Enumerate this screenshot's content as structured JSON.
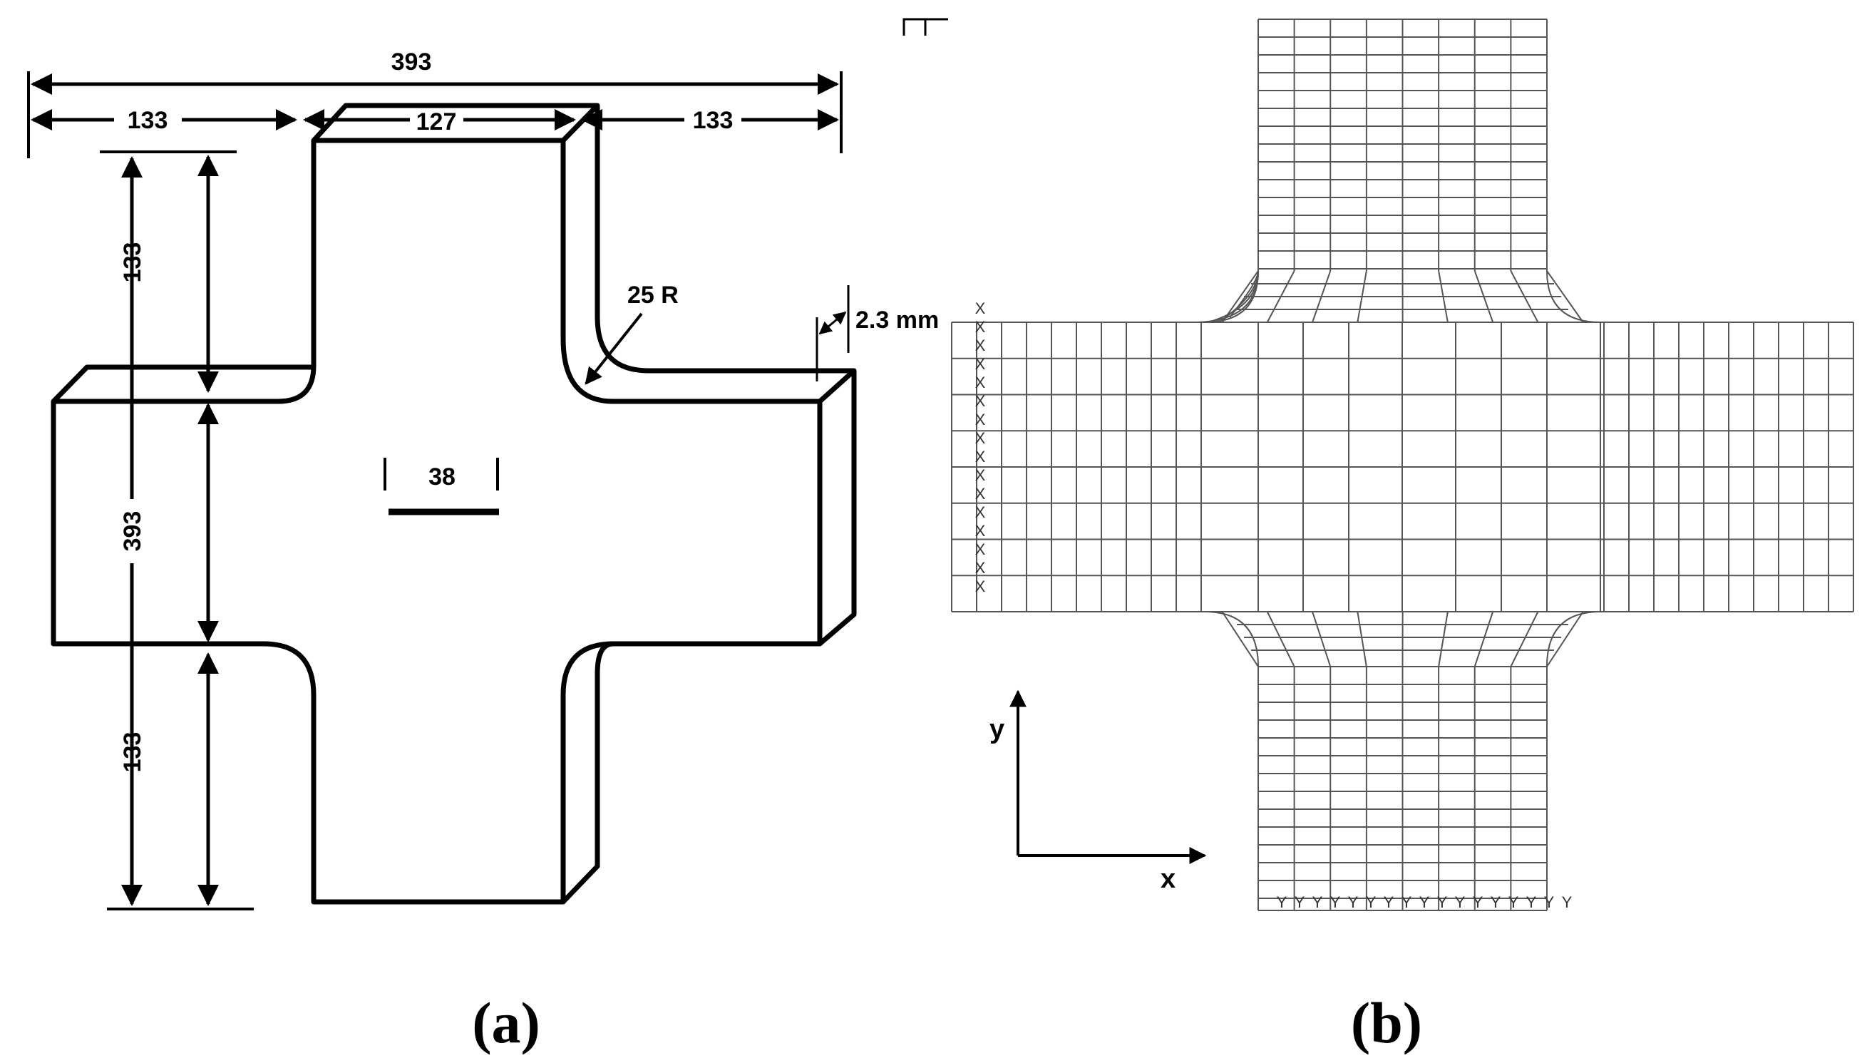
{
  "panel_a": {
    "caption": "(a)",
    "overall_width": "393",
    "arm_width_left": "133",
    "arm_width_center": "127",
    "arm_width_right": "133",
    "height_top": "133",
    "height_total": "393",
    "height_bottom": "133",
    "fillet_radius": "25 R",
    "thickness": "2.3 mm",
    "gauge_length": "38"
  },
  "panel_b": {
    "caption": "(b)",
    "axis_y": "y",
    "axis_x": "x",
    "bc_symbol_left": "X",
    "bc_symbol_bottom": "Y"
  },
  "colors": {
    "line": "#000000",
    "mesh": "#555555",
    "background": "#ffffff"
  }
}
